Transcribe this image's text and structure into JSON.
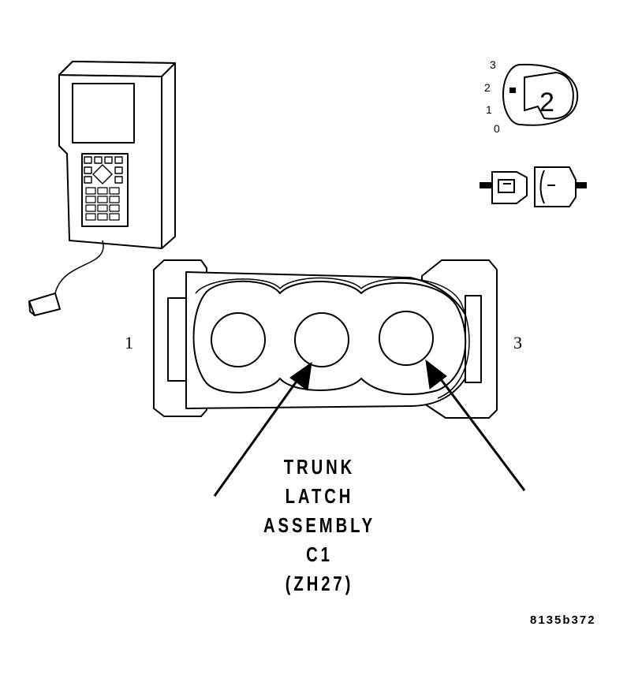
{
  "connector": {
    "pin_left_label": "1",
    "pin_right_label": "3"
  },
  "ignition_key": {
    "positions": [
      "3",
      "2",
      "1",
      "0"
    ],
    "selected": "2"
  },
  "caption_lines": [
    "TRUNK",
    "LATCH",
    "ASSEMBLY",
    "C1",
    "(ZH27)"
  ],
  "figure_id": "8135b372",
  "icons": {
    "scan_tool": "scan-tool-icon",
    "ignition_key": "ignition-key-icon",
    "connector_disconnected": "disconnect-connector-icon"
  }
}
